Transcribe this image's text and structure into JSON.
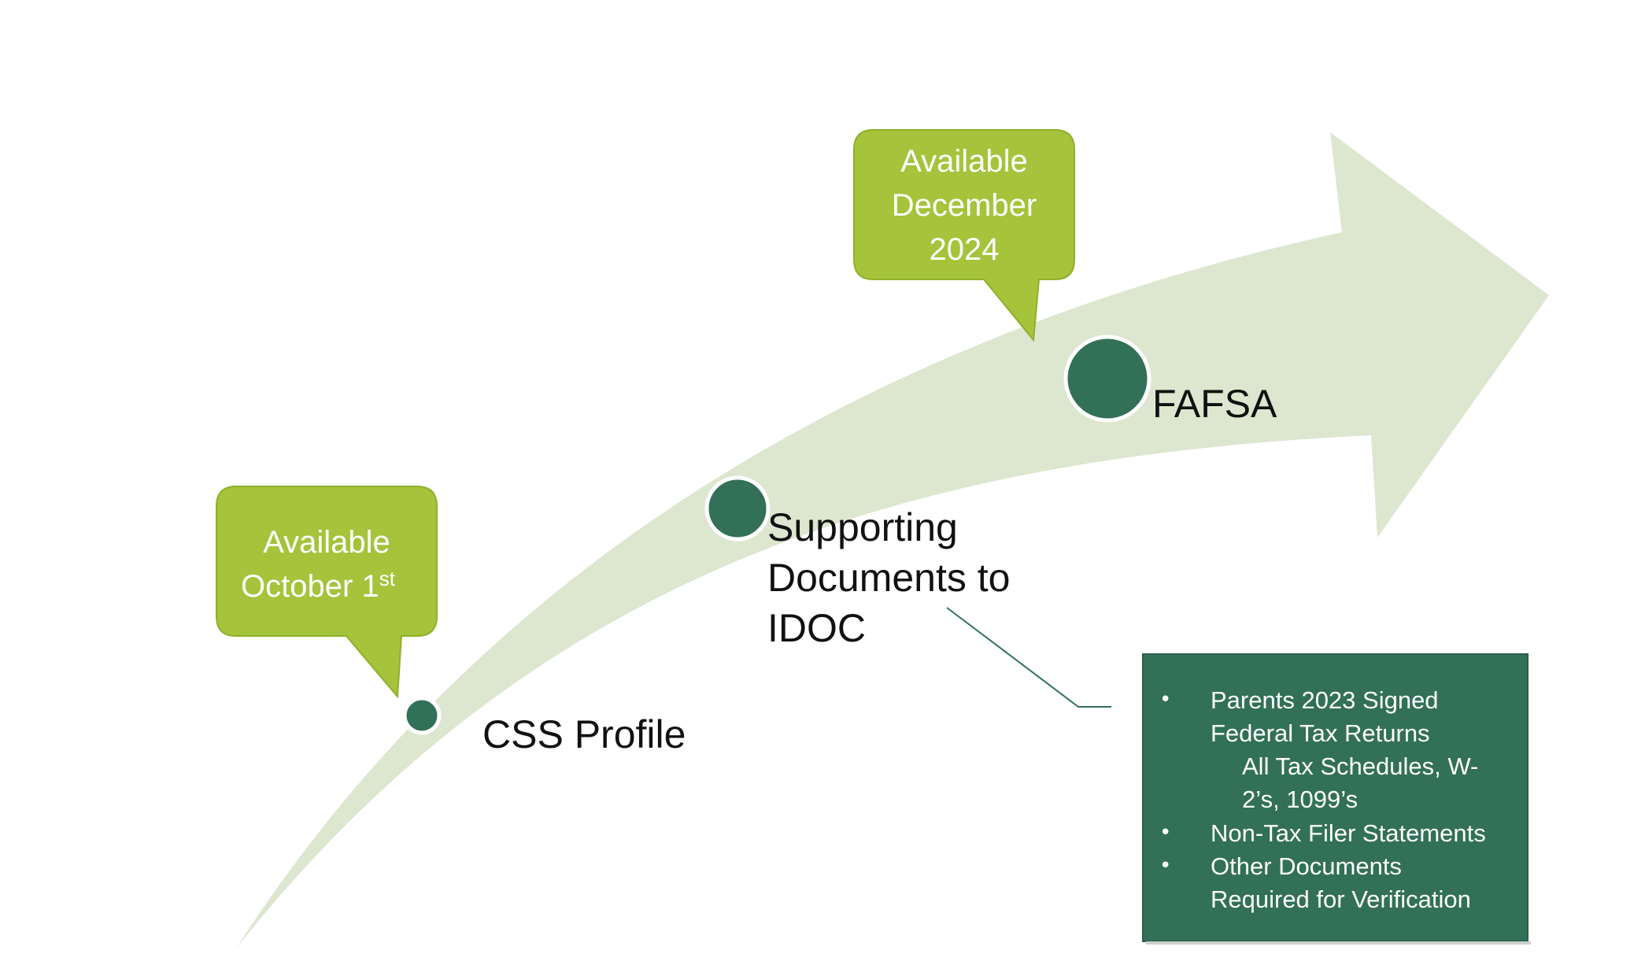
{
  "colors": {
    "arrow_fill": "#dde6cf",
    "callout_fill": "#a5c33b",
    "callout_stroke": "#8fb02a",
    "node_fill": "#327058",
    "note_fill": "#327058",
    "text_dark": "#111111",
    "text_light": "#ffffff"
  },
  "callouts": {
    "october": {
      "line1": "Available",
      "line2_main": "October 1",
      "line2_sup": "st"
    },
    "december": {
      "line1": "Available",
      "line2": "December",
      "line3": "2024"
    }
  },
  "milestones": {
    "css": {
      "label": "CSS Profile"
    },
    "idoc": {
      "line1": "Supporting",
      "line2": "Documents to",
      "line3": "IDOC"
    },
    "fafsa": {
      "label": "FAFSA"
    }
  },
  "note": {
    "items": [
      {
        "lines": [
          "Parents 2023 Signed",
          "Federal Tax Returns"
        ]
      },
      {
        "lines": [
          "Non-Tax Filer Statements"
        ]
      },
      {
        "lines": [
          "Other Documents",
          "Required for Verification"
        ]
      }
    ],
    "subitem": {
      "lines": [
        "All Tax Schedules, W-",
        "2’s, 1099’s"
      ]
    },
    "bullet_char": "•"
  }
}
